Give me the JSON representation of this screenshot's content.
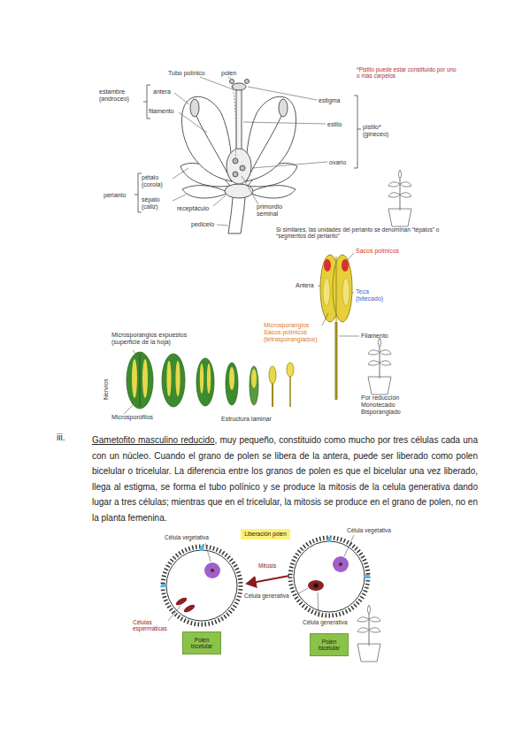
{
  "diagram": {
    "nodes": [
      {
        "text": [
          "Liberación polen"
        ]
      },
      {
        "text": [
          "Polen tricelular"
        ]
      },
      {
        "text": [
          "Polen bicelular"
        ]
      }
    ],
    "labels": [
      "Tubo polínico",
      "polen",
      "*Pistilo puede estar constituido por uno o más carpelos",
      "estambre (androceo)",
      "antera",
      "filamento",
      "estigma",
      "estilo",
      "pistilo* (gineceo)",
      "ovario",
      "pétalo (corola)",
      "perianto",
      "sépalo (cáliz)",
      "receptáculo",
      "primordio seminal",
      "pedicelo",
      "Si similares, las unidades del perianto se denominan “tépalos” o “segmentos del perianto”",
      "Sacos polínicos",
      "Antera",
      "Teca (bitecado)",
      "Microsporangios Sacos polínicos (tetrasporangiados)",
      "Filamento",
      "Microsporangios expuestos (superficie de la hoja)",
      "Nervios",
      "Microsporófilos",
      "Estructura laminar",
      "Por reducción",
      "Monotecado",
      "Bisporangiado",
      "iii.",
      "Gametofito masculino reducido",
      ", muy pequeño, constituido como mucho por tres células cada una con un núcleo. Cuando el grano de polen se libera de la antera, puede ser liberado como polen bicelular o tricelular. La diferencia entre los granos de polen es que el bicelular una vez liberado, llega al estigma, se forma el tubo polínico y se produce la mitosis de la celula generativa dando lugar a tres células; mientras que en el tricelular, la mitosis se produce en el grano de polen, no en la planta femenina.",
      "Célula vegetativa",
      "Célula vegetativa",
      "Mitosis",
      "Célula generativa",
      "Células espermáticas",
      "Célula generativa"
    ]
  }
}
